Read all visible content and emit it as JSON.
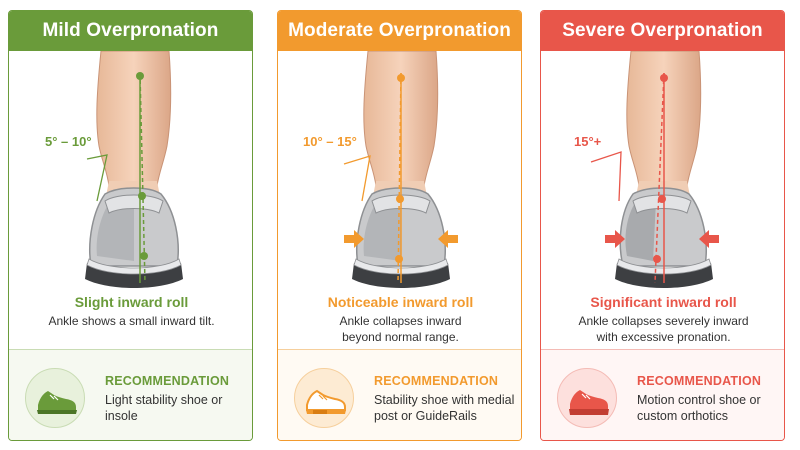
{
  "panels": [
    {
      "header": "Mild Overpronation",
      "angle": "5° – 10°",
      "caption_title": "Slight inward roll",
      "caption_text": "Ankle shows a small inward tilt.",
      "rec_title": "RECOMMENDATION",
      "rec_text": "Light stability shoe or insole",
      "accent": "#6a9b3a",
      "icon": "sneaker-icon"
    },
    {
      "header": "Moderate Overpronation",
      "angle": "10° – 15°",
      "caption_title": "Noticeable inward roll",
      "caption_text": "Ankle collapses inward beyond normal range.",
      "rec_title": "RECOMMENDATION",
      "rec_text": "Stability shoe with medial post or GuideRails",
      "accent": "#f29a2e",
      "icon": "stability-shoe-icon"
    },
    {
      "header": "Severe Overpronation",
      "angle": "15°+",
      "caption_title": "Significant inward roll",
      "caption_text": "Ankle collapses severely inward with excessive pronation.",
      "rec_title": "RECOMMENDATION",
      "rec_text": "Motion control shoe or custom orthotics",
      "accent": "#e8564a",
      "icon": "motion-control-shoe-icon"
    }
  ]
}
